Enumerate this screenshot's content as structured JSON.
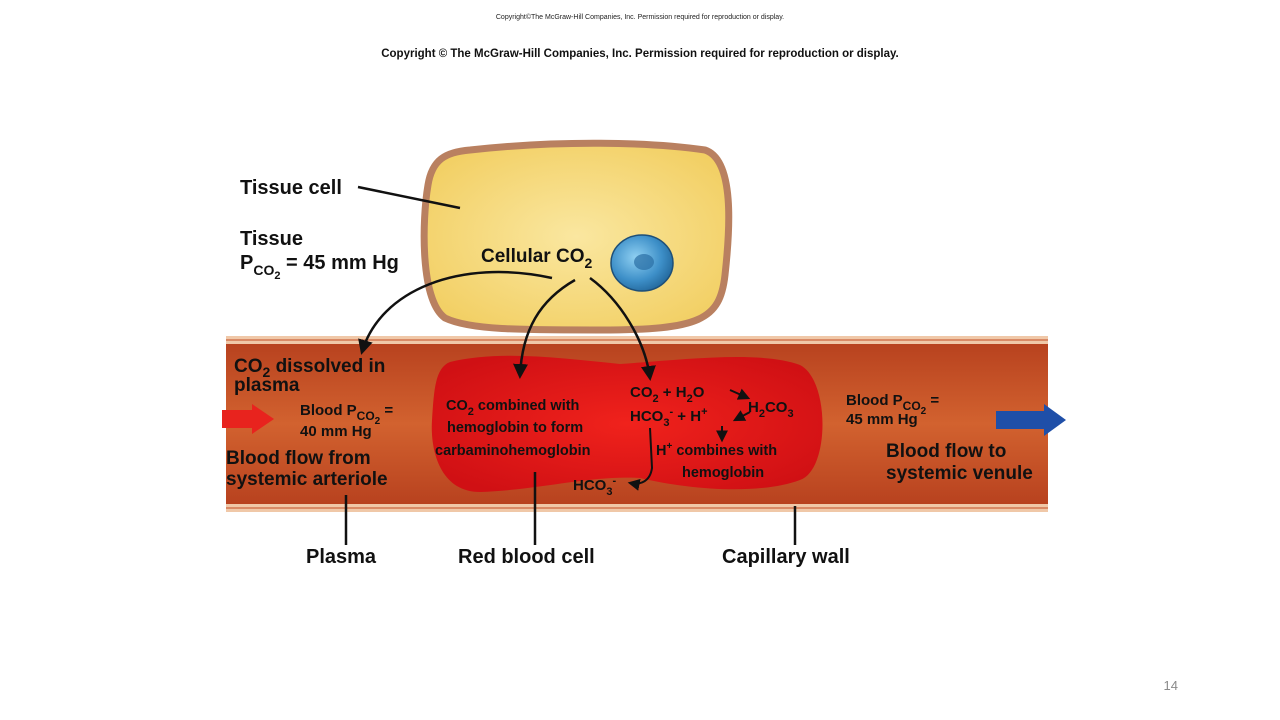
{
  "copyright_small": "Copyright©The McGraw-Hill Companies, Inc. Permission required for reproduction or display.",
  "copyright_large": "Copyright © The McGraw-Hill Companies, Inc. Permission required for reproduction or display.",
  "slide_number": "14",
  "colors": {
    "tissue_cell_fill": "#f7d776",
    "tissue_cell_border": "#b98060",
    "nucleus": "#3d8fc8",
    "vessel_wall": "#c0502c",
    "vessel_lumen": "#c85028",
    "red_blood_cell": "#e0161a",
    "arrow_in": "#e8231e",
    "arrow_out": "#1f4fa8"
  },
  "diagram": {
    "tissue_cell_label": "Tissue cell",
    "tissue_label": "Tissue",
    "tissue_pco2": {
      "p": "P",
      "sub": "CO",
      "subsub": "2",
      "value": " = 45 mm Hg"
    },
    "cellular_co2": {
      "main": "Cellular CO",
      "sub": "2"
    },
    "dissolved": {
      "line1_main": "CO",
      "line1_sub": "2",
      "line1_rest": " dissolved in",
      "line2": "plasma"
    },
    "blood_pco2_in": {
      "line1_main": "Blood P",
      "line1_sub": "CO",
      "line1_subsub": "2",
      "line1_rest": " =",
      "line2": "40 mm Hg"
    },
    "flow_from": {
      "line1": "Blood flow from",
      "line2": "systemic arteriole"
    },
    "co2_combined": {
      "line1_main": "CO",
      "line1_sub": "2",
      "line1_rest": " combined with",
      "line2": "hemoglobin to form",
      "line3": "carbaminohemoglobin"
    },
    "reaction": {
      "co2": "CO",
      "co2_sub": "2",
      "plus1": " + H",
      "h2o_sub": "2",
      "o": "O",
      "hco3": "HCO",
      "hco3_sub": "3",
      "minus": "-",
      "plus2": " + H",
      "plus_sup": "+",
      "h2co3_h": "H",
      "h2co3_sub1": "2",
      "h2co3_co": "CO",
      "h2co3_sub2": "3"
    },
    "h_combines": {
      "line1_main": "H",
      "line1_sup": "+",
      "line1_rest": " combines with",
      "line2": "hemoglobin"
    },
    "hco3_out": {
      "main": "HCO",
      "sub": "3",
      "sup": "-"
    },
    "blood_pco2_out": {
      "line1_main": "Blood P",
      "line1_sub": "CO",
      "line1_subsub": "2",
      "line1_rest": " =",
      "line2": "45 mm Hg"
    },
    "flow_to": {
      "line1": "Blood flow to",
      "line2": "systemic venule"
    },
    "plasma_label": "Plasma",
    "rbc_label": "Red blood cell",
    "capillary_label": "Capillary wall"
  }
}
